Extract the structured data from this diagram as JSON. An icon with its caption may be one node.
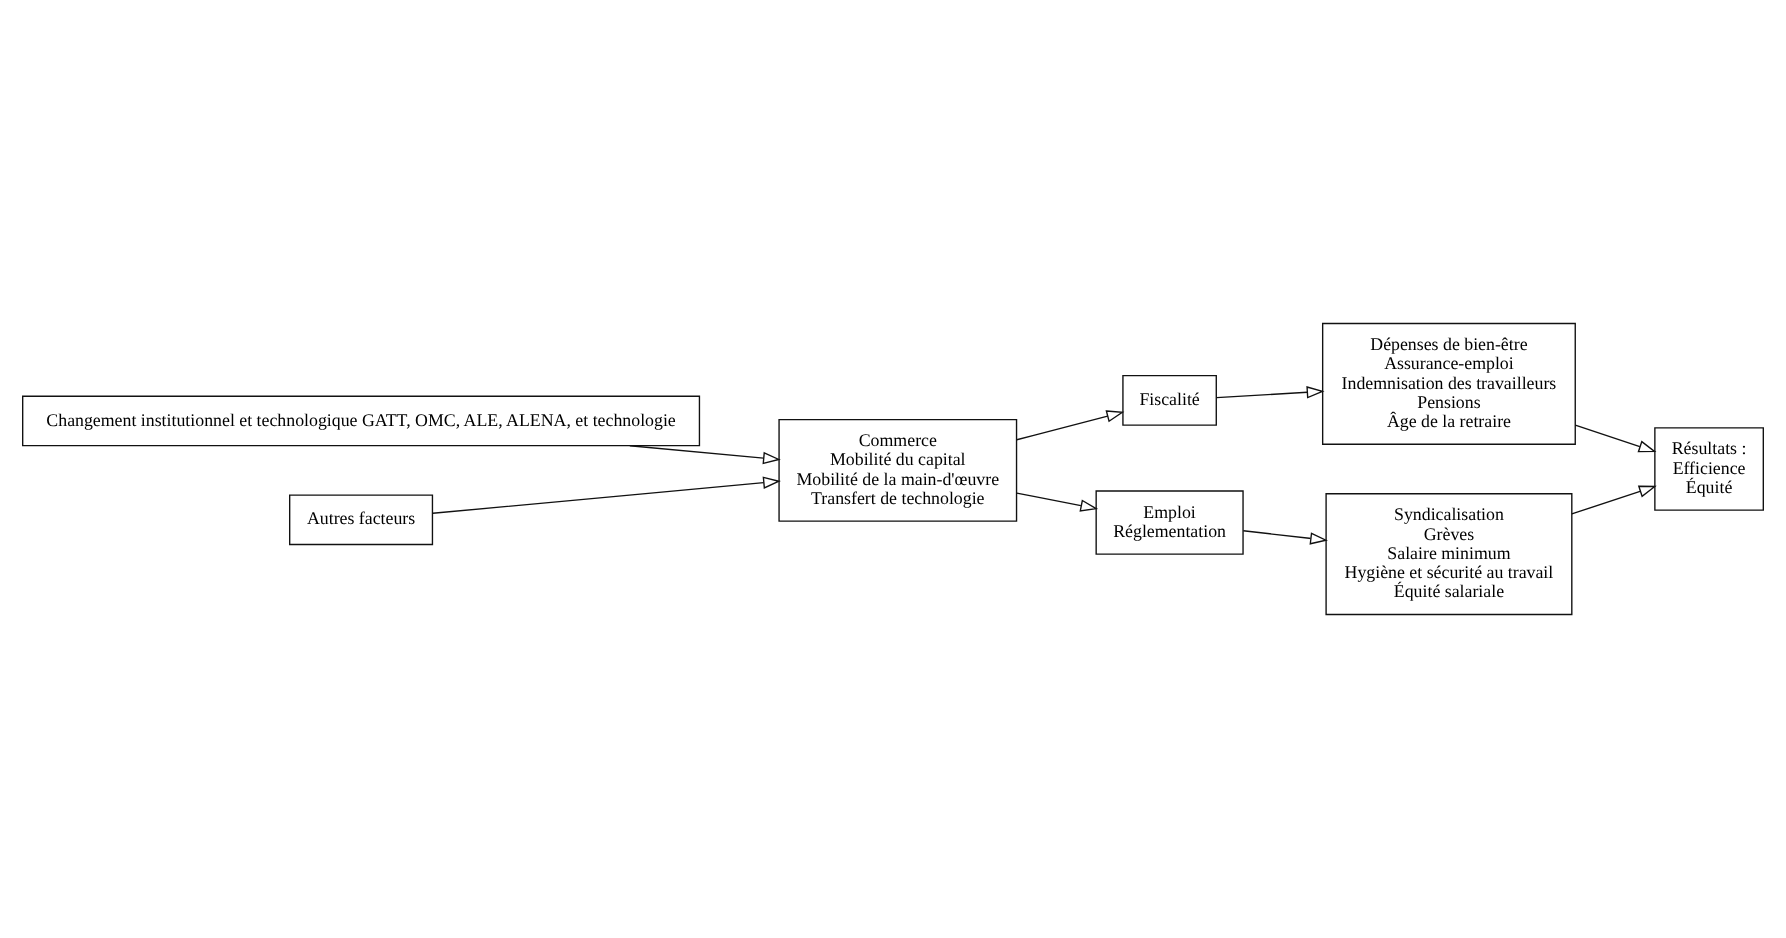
{
  "diagram": {
    "nodes": [
      {
        "text": [
          "Changement institutionnel et technologique GATT, OMC, ALE, ALENA, et technologie"
        ]
      },
      {
        "text": [
          "Autres facteurs"
        ]
      },
      {
        "text": [
          "Commerce",
          "Mobilité du capital",
          "Mobilité de la main-d'œuvre",
          "Transfert de technologie"
        ]
      },
      {
        "text": [
          "Fiscalité"
        ]
      },
      {
        "text": [
          "Emploi",
          "Réglementation"
        ]
      },
      {
        "text": [
          "Dépenses de bien-être",
          "Assurance-emploi",
          "Indemnisation des travailleurs",
          "Pensions",
          "Âge de la retraire"
        ]
      },
      {
        "text": [
          "Syndicalisation",
          "Grèves",
          "Salaire minimum",
          "Hygiène et sécurité au travail",
          "Équité salariale"
        ]
      },
      {
        "text": [
          "Résultats :",
          "Efficience",
          "Équité"
        ]
      }
    ],
    "edges": [
      {
        "from": 0,
        "to": 2,
        "arrow": "to"
      },
      {
        "from": 1,
        "to": 2,
        "arrow": "to"
      },
      {
        "from": 2,
        "to": 3,
        "arrow": "to"
      },
      {
        "from": 2,
        "to": 4,
        "arrow": "to"
      },
      {
        "from": 3,
        "to": 5,
        "arrow": "to"
      },
      {
        "from": 4,
        "to": 6,
        "arrow": "to"
      },
      {
        "from": 5,
        "to": 7,
        "arrow": "to"
      },
      {
        "from": 6,
        "to": 7,
        "arrow": "to"
      }
    ]
  }
}
